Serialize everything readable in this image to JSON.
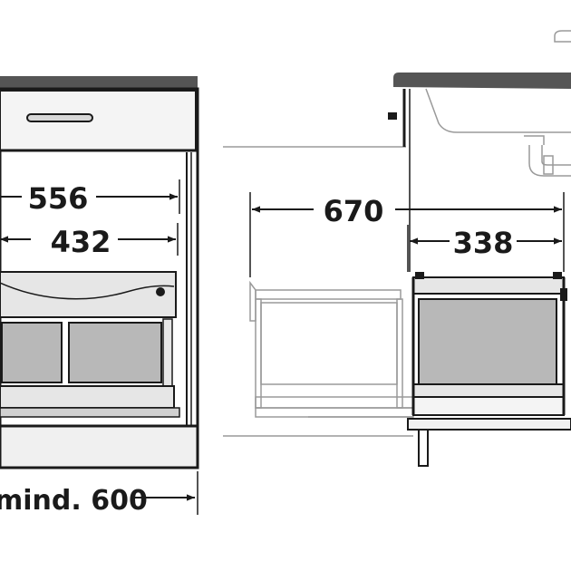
{
  "diagram": {
    "dimensions": {
      "inner_width": "556",
      "bin_width": "432",
      "min_cabinet": "mind. 600",
      "pull_out_depth": "670",
      "unit_depth": "338"
    },
    "colors": {
      "line": "#1a1a1a",
      "countertop": "#555555",
      "bin_fill": "#b8b8b8",
      "frame_fill": "#e6e6e6",
      "ghost": "#9a9a9a"
    }
  }
}
